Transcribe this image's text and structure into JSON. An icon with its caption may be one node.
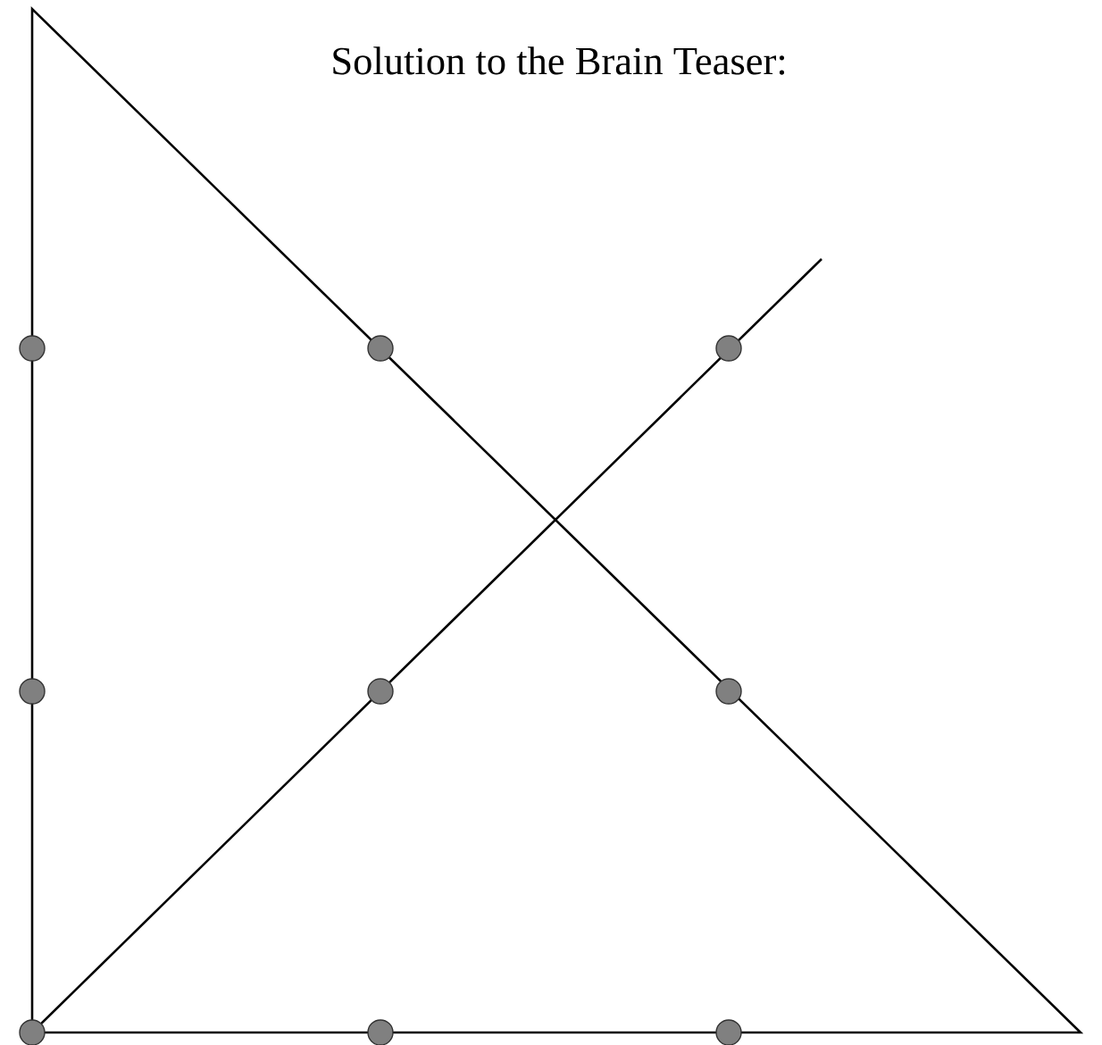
{
  "diagram": {
    "title": "Solution to the Brain Teaser:",
    "nodes": [
      {
        "text": [],
        "shape": "circle"
      },
      {
        "text": [],
        "shape": "circle"
      },
      {
        "text": [],
        "shape": "circle"
      },
      {
        "text": [],
        "shape": "circle"
      },
      {
        "text": [],
        "shape": "circle"
      },
      {
        "text": [],
        "shape": "circle"
      },
      {
        "text": [],
        "shape": "circle"
      },
      {
        "text": [],
        "shape": "circle"
      },
      {
        "text": [],
        "shape": "circle"
      }
    ]
  }
}
